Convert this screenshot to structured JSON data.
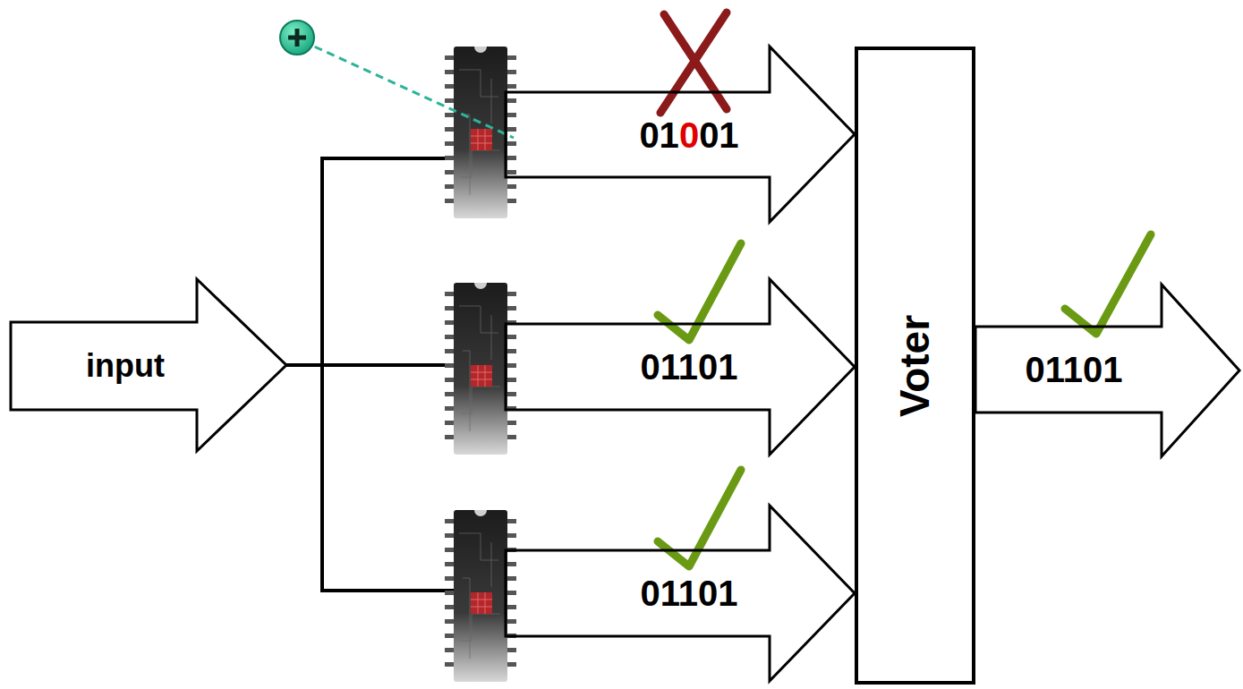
{
  "diagram": {
    "nodes": [
      {
        "text": [
          "input"
        ]
      },
      {
        "text": [
          "01001"
        ]
      },
      {
        "text": [
          "01101"
        ]
      },
      {
        "text": [
          "01101"
        ]
      },
      {
        "text": [
          "Voter"
        ]
      },
      {
        "text": [
          "01101"
        ]
      }
    ]
  }
}
